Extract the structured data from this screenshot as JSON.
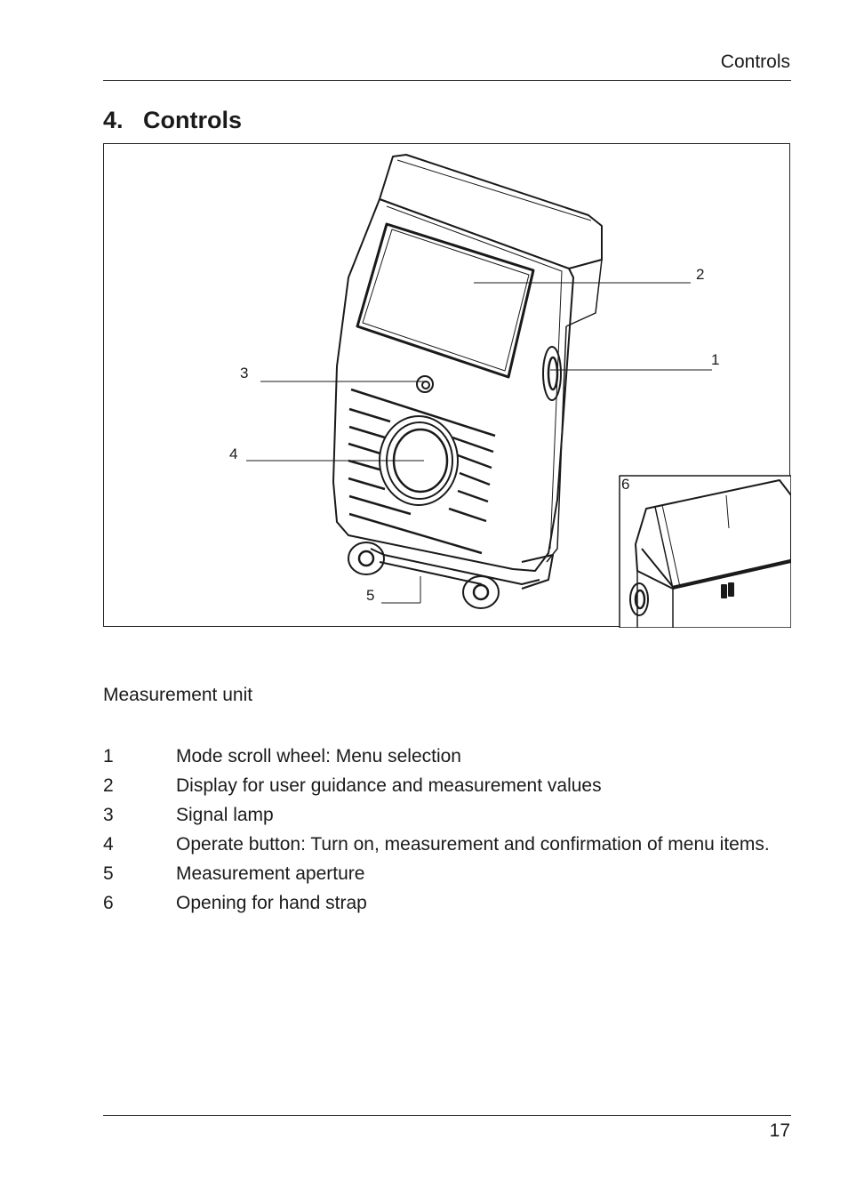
{
  "header": {
    "running_title": "Controls"
  },
  "section": {
    "number": "4.",
    "title": "Controls"
  },
  "figure": {
    "callouts": {
      "c1": "1",
      "c2": "2",
      "c3": "3",
      "c4": "4",
      "c5": "5",
      "c6": "6"
    }
  },
  "caption": "Measurement unit",
  "legend": [
    {
      "num": "1",
      "text": "Mode scroll wheel: Menu selection"
    },
    {
      "num": "2",
      "text": "Display for user guidance and measurement values"
    },
    {
      "num": "3",
      "text": "Signal lamp"
    },
    {
      "num": "4",
      "text": "Operate button: Turn on, measurement and confirmation of menu items."
    },
    {
      "num": "5",
      "text": "Measurement  aperture"
    },
    {
      "num": "6",
      "text": "Opening for hand strap"
    }
  ],
  "footer": {
    "page_number": "17"
  }
}
